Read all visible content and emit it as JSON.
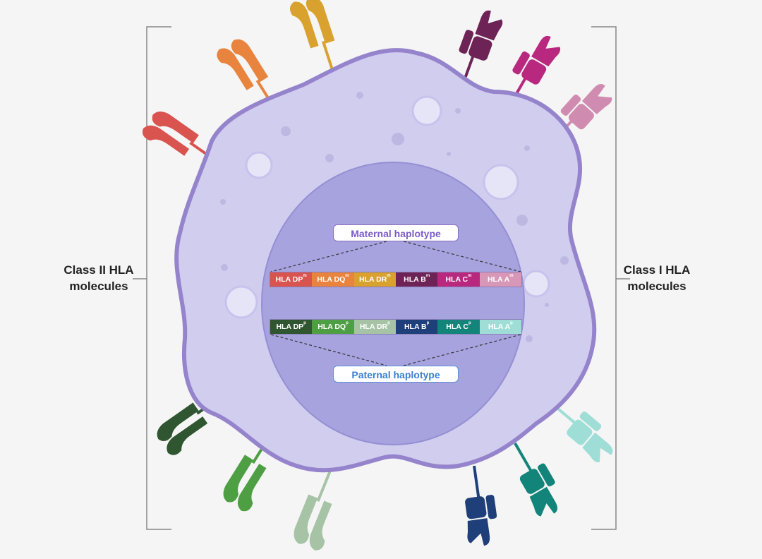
{
  "labels": {
    "class_ii": "Class II HLA molecules",
    "class_i": "Class I HLA molecules",
    "maternal": "Maternal haplotype",
    "paternal": "Paternal haplotype"
  },
  "maternal_genes": [
    {
      "gene": "HLA DP",
      "sup": "m",
      "color": "#d9534f"
    },
    {
      "gene": "HLA DQ",
      "sup": "m",
      "color": "#e8843e"
    },
    {
      "gene": "HLA DR",
      "sup": "m",
      "color": "#d9a22e"
    },
    {
      "gene": "HLA B",
      "sup": "m",
      "color": "#6e2356"
    },
    {
      "gene": "HLA C",
      "sup": "m",
      "color": "#b8287f"
    },
    {
      "gene": "HLA A",
      "sup": "m",
      "color": "#d897b6"
    }
  ],
  "paternal_genes": [
    {
      "gene": "HLA DP",
      "sup": "p",
      "color": "#2f5630"
    },
    {
      "gene": "HLA DQ",
      "sup": "p",
      "color": "#4e9f44"
    },
    {
      "gene": "HLA DR",
      "sup": "p",
      "color": "#a6c3a6"
    },
    {
      "gene": "HLA B",
      "sup": "p",
      "color": "#1f3f7a"
    },
    {
      "gene": "HLA C",
      "sup": "p",
      "color": "#12847a"
    },
    {
      "gene": "HLA A",
      "sup": "p",
      "color": "#9fded6"
    }
  ],
  "colors": {
    "cell_fill": "#d0cdef",
    "cell_stroke": "#9584cc",
    "nucleus_fill": "#a7a3df",
    "bracket": "#888888"
  }
}
